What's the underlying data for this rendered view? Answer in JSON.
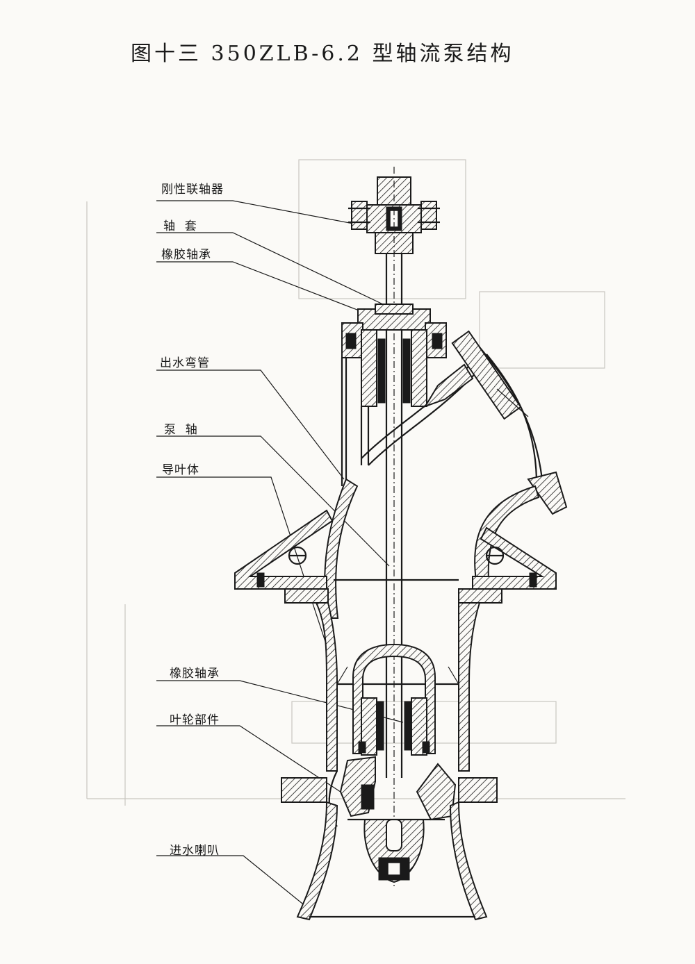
{
  "title": "图十三 350ZLB-6.2 型轴流泵结构",
  "labels": {
    "rigid_coupling": "刚性联轴器",
    "shaft_sleeve": "轴  套",
    "rubber_bearing_upper": "橡胶轴承",
    "outlet_elbow": "出水弯管",
    "pump_shaft": "泵  轴",
    "guide_vane_body": "导叶体",
    "rubber_bearing_lower": "橡胶轴承",
    "impeller_assembly": "叶轮部件",
    "inlet_bell": "进水喇叭"
  }
}
